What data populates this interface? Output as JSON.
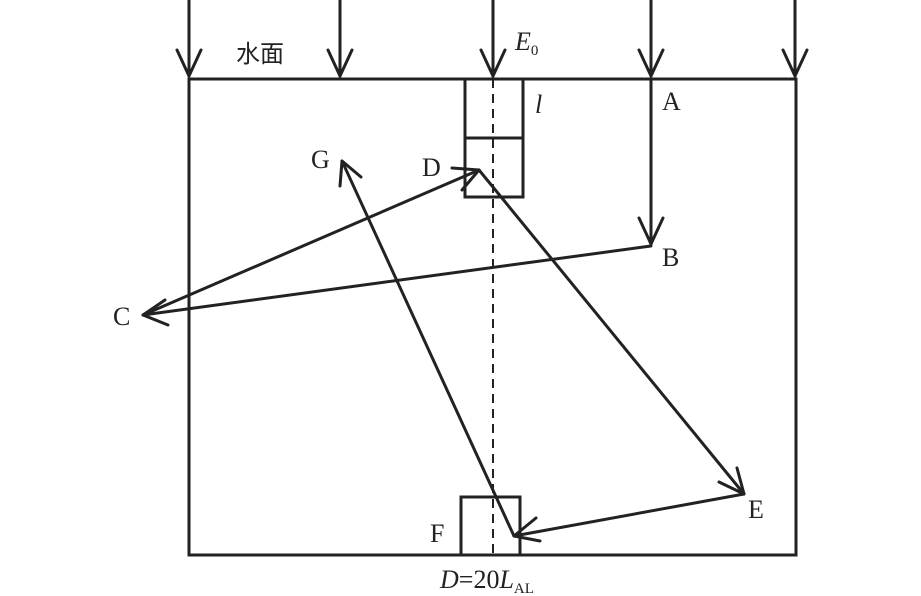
{
  "figure": {
    "water_surface_label": "水面",
    "irradiance_symbol": "E",
    "irradiance_subscript": "0",
    "length_label": "l",
    "depth_label_var": "D",
    "depth_label_eq": "=20",
    "depth_label_L": "L",
    "depth_label_sub": "AL",
    "point_labels": {
      "A": "A",
      "B": "B",
      "C": "C",
      "D": "D",
      "E": "E",
      "F": "F",
      "G": "G"
    }
  },
  "colors": {
    "stroke": "#222222",
    "background": "#ffffff"
  }
}
